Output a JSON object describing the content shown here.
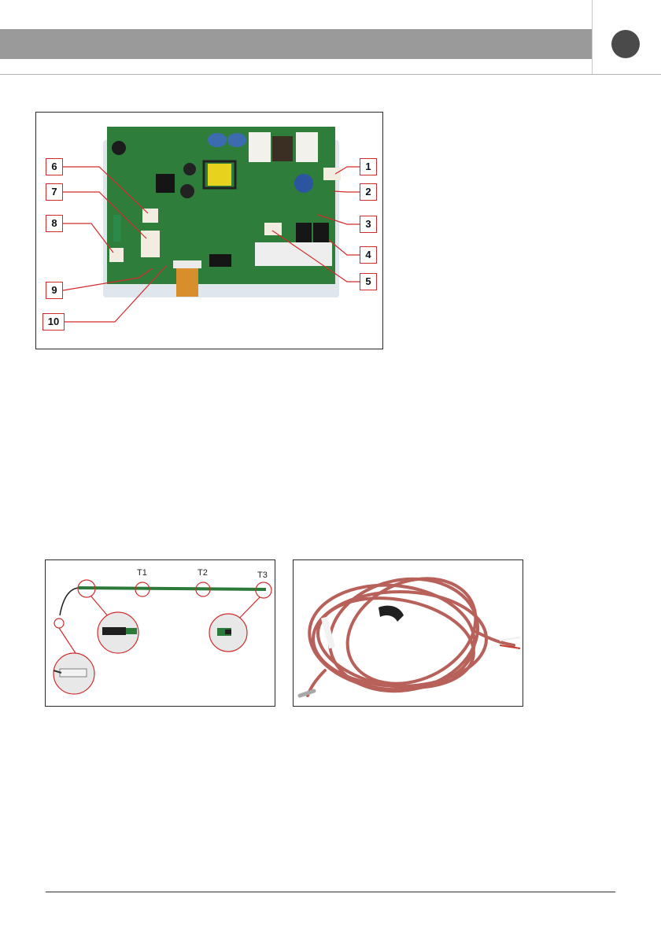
{
  "colors": {
    "header_band": "#9a9a9a",
    "section_dot": "#4a4a4a",
    "callout_border": "#d12b2b",
    "pcb_green": "#2f7d3a",
    "cable_red": "#b8605a"
  },
  "board_callouts": {
    "c1": "1",
    "c2": "2",
    "c3": "3",
    "c4": "4",
    "c5": "5",
    "c6": "6",
    "c7": "7",
    "c8": "8",
    "c9": "9",
    "c10": "10"
  },
  "sensor_bar_labels": {
    "t1": "T1",
    "t2": "T2",
    "t3": "T3"
  }
}
